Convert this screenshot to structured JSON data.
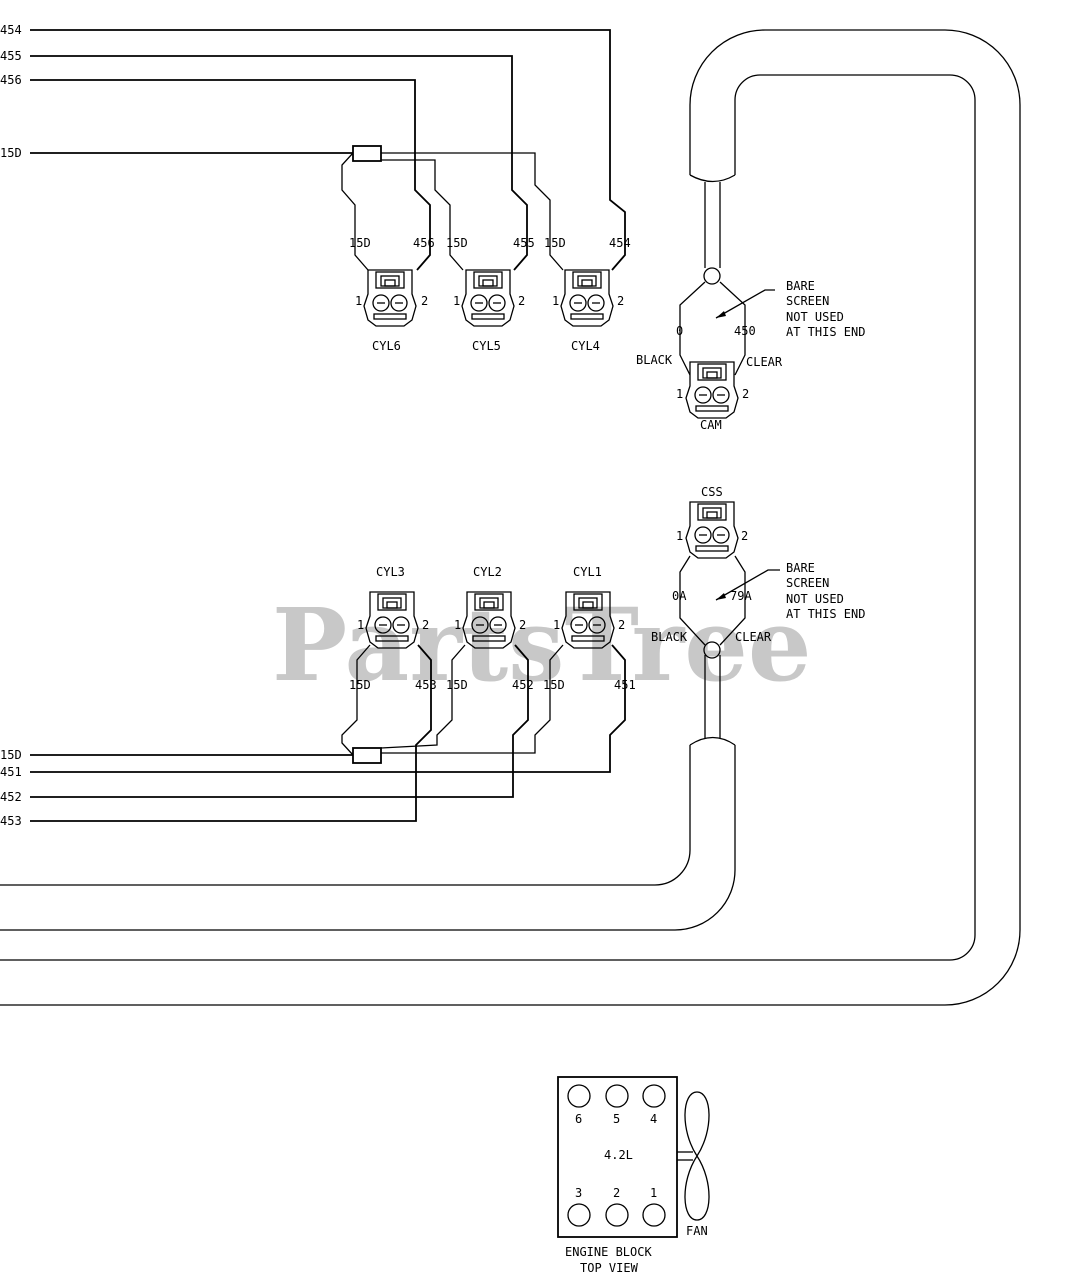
{
  "watermark": "PartsTree",
  "harness": {
    "wire_ids_left": [
      "454",
      "455",
      "456",
      "15D",
      "15D",
      "451",
      "452",
      "453"
    ],
    "top_row": {
      "connectors": [
        {
          "name": "CYL6",
          "wire1": "15D",
          "wire2": "456",
          "pin1": "1",
          "pin2": "2"
        },
        {
          "name": "CYL5",
          "wire1": "15D",
          "wire2": "455",
          "pin1": "1",
          "pin2": "2"
        },
        {
          "name": "CYL4",
          "wire1": "15D",
          "wire2": "454",
          "pin1": "1",
          "pin2": "2"
        }
      ]
    },
    "bottom_row": {
      "connectors": [
        {
          "name": "CYL3",
          "wire1": "15D",
          "wire2": "453",
          "pin1": "1",
          "pin2": "2"
        },
        {
          "name": "CYL2",
          "wire1": "15D",
          "wire2": "452",
          "pin1": "1",
          "pin2": "2"
        },
        {
          "name": "CYL1",
          "wire1": "15D",
          "wire2": "451",
          "pin1": "1",
          "pin2": "2"
        }
      ]
    },
    "cam": {
      "name": "CAM",
      "wire1": "0",
      "wire2": "450",
      "color1": "BLACK",
      "color2": "CLEAR",
      "pin1": "1",
      "pin2": "2",
      "note": [
        "BARE",
        "SCREEN",
        "NOT USED",
        "AT THIS END"
      ]
    },
    "css": {
      "name": "CSS",
      "wire1": "0A",
      "wire2": "79A",
      "color1": "BLACK",
      "color2": "CLEAR",
      "pin1": "1",
      "pin2": "2",
      "note": [
        "BARE",
        "SCREEN",
        "NOT USED",
        "AT THIS END"
      ]
    }
  },
  "engine_block": {
    "top_cylinders": [
      "6",
      "5",
      "4"
    ],
    "bottom_cylinders": [
      "3",
      "2",
      "1"
    ],
    "displacement": "4.2L",
    "fan_label": "FAN",
    "caption_line1": "ENGINE BLOCK",
    "caption_line2": "TOP VIEW"
  }
}
